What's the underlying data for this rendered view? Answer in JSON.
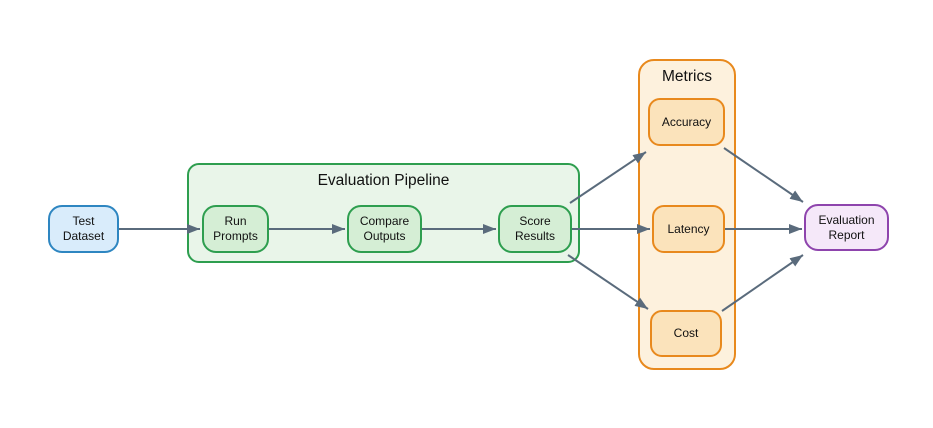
{
  "colors": {
    "background": "#ffffff",
    "text": "#111111",
    "arrow": "#5a6b7c",
    "blue_fill": "#d9ecfb",
    "blue_stroke": "#2e86c1",
    "green_container_fill": "#e9f5e9",
    "green_node_fill": "#d5eed5",
    "green_stroke": "#2e9e4f",
    "orange_container_fill": "#fdf1dd",
    "orange_node_fill": "#fbe3bb",
    "orange_stroke": "#e8891d",
    "purple_fill": "#f5e8f9",
    "purple_stroke": "#8e44ad"
  },
  "groups": {
    "pipeline": {
      "title": "Evaluation Pipeline"
    },
    "metrics": {
      "title": "Metrics"
    }
  },
  "nodes": {
    "test_dataset": {
      "lines": [
        "Test",
        "Dataset"
      ]
    },
    "run_prompts": {
      "lines": [
        "Run",
        "Prompts"
      ]
    },
    "compare_outputs": {
      "lines": [
        "Compare",
        "Outputs"
      ]
    },
    "score_results": {
      "lines": [
        "Score",
        "Results"
      ]
    },
    "accuracy": {
      "lines": [
        "Accuracy"
      ]
    },
    "latency": {
      "lines": [
        "Latency"
      ]
    },
    "cost": {
      "lines": [
        "Cost"
      ]
    },
    "evaluation_report": {
      "lines": [
        "Evaluation",
        "Report"
      ]
    }
  },
  "edges": [
    {
      "from": "Test Dataset",
      "to": "Run Prompts"
    },
    {
      "from": "Run Prompts",
      "to": "Compare Outputs"
    },
    {
      "from": "Compare Outputs",
      "to": "Score Results"
    },
    {
      "from": "Score Results",
      "to": "Accuracy"
    },
    {
      "from": "Score Results",
      "to": "Latency"
    },
    {
      "from": "Score Results",
      "to": "Cost"
    },
    {
      "from": "Accuracy",
      "to": "Evaluation Report"
    },
    {
      "from": "Latency",
      "to": "Evaluation Report"
    },
    {
      "from": "Cost",
      "to": "Evaluation Report"
    }
  ]
}
